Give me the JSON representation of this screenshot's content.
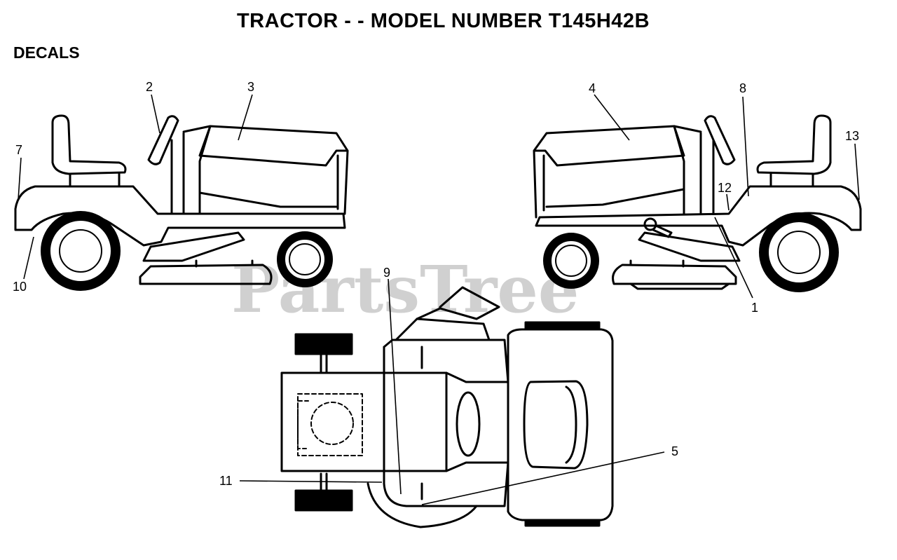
{
  "title": "TRACTOR - - MODEL NUMBER T145H42B",
  "section": "DECALS",
  "watermark": "PartsTree",
  "callouts": {
    "c1": "1",
    "c2": "2",
    "c3": "3",
    "c4": "4",
    "c5": "5",
    "c7": "7",
    "c8": "8",
    "c9": "9",
    "c10": "10",
    "c11": "11",
    "c12": "12",
    "c13": "13"
  },
  "icons": [
    "tractor-left-side-view",
    "tractor-right-side-view",
    "tractor-top-view"
  ],
  "colors": {
    "line": "#000000",
    "watermark": "#c8c8c8",
    "background": "#ffffff"
  }
}
